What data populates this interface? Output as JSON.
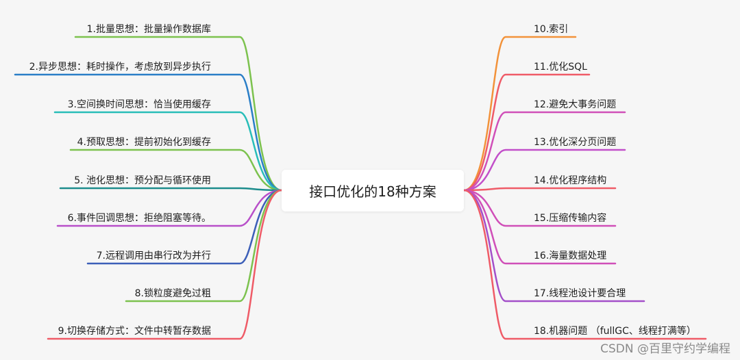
{
  "root": {
    "label": "接口优化的18种方案"
  },
  "left_branches": [
    {
      "label": "1.批量思想：批量操作数据库",
      "color": "#7cc24e"
    },
    {
      "label": "2.异步思想：耗时操作，考虑放到异步执行",
      "color": "#2a7ec7"
    },
    {
      "label": "3.空间换时间思想：恰当使用缓存",
      "color": "#28bdb8"
    },
    {
      "label": "4.预取思想：提前初始化到缓存",
      "color": "#7cc24e"
    },
    {
      "label": "5. 池化思想：预分配与循环使用",
      "color": "#1c8c8c"
    },
    {
      "label": "6.事件回调思想：拒绝阻塞等待。",
      "color": "#b84fc9"
    },
    {
      "label": "7.远程调用由串行改为并行",
      "color": "#3c5fb8"
    },
    {
      "label": "8.锁粒度避免过粗",
      "color": "#7cc24e"
    },
    {
      "label": "9.切换存储方式：文件中转暂存数据",
      "color": "#ef5b67"
    }
  ],
  "right_branches": [
    {
      "label": "10.索引",
      "color": "#f2923a"
    },
    {
      "label": "11.优化SQL",
      "color": "#ef5b67"
    },
    {
      "label": "12.避免大事务问题",
      "color": "#d04fb8"
    },
    {
      "label": "13.优化深分页问题",
      "color": "#c24fc9"
    },
    {
      "label": "14.优化程序结构",
      "color": "#ef5b67"
    },
    {
      "label": "15.压缩传输内容",
      "color": "#d04fb8"
    },
    {
      "label": "16.海量数据处理",
      "color": "#d04fb8"
    },
    {
      "label": "17.线程池设计要合理",
      "color": "#a34fc9"
    },
    {
      "label": "18.机器问题 （fullGC、线程打满等）",
      "color": "#ef5b67"
    }
  ],
  "watermark": "CSDN @百里守约学编程"
}
